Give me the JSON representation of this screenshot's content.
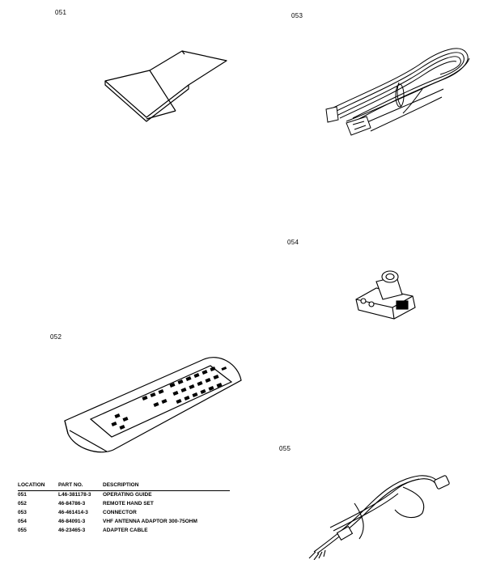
{
  "labels": {
    "p051": "051",
    "p052": "052",
    "p053": "053",
    "p054": "054",
    "p055": "055"
  },
  "table": {
    "headers": {
      "location": "LOCATION",
      "part_no": "PART NO.",
      "description": "DESCRIPTION"
    },
    "rows": [
      {
        "location": "051",
        "part_no": "L46-381178-3",
        "description": "OPERATING GUIDE"
      },
      {
        "location": "052",
        "part_no": "46-84786-3",
        "description": "REMOTE HAND SET"
      },
      {
        "location": "053",
        "part_no": "46-461414-3",
        "description": "CONNECTOR"
      },
      {
        "location": "054",
        "part_no": "46-84091-3",
        "description": "VHF ANTENNA ADAPTOR 300-75OHM"
      },
      {
        "location": "055",
        "part_no": "46-23465-3",
        "description": "ADAPTER CABLE"
      }
    ]
  }
}
